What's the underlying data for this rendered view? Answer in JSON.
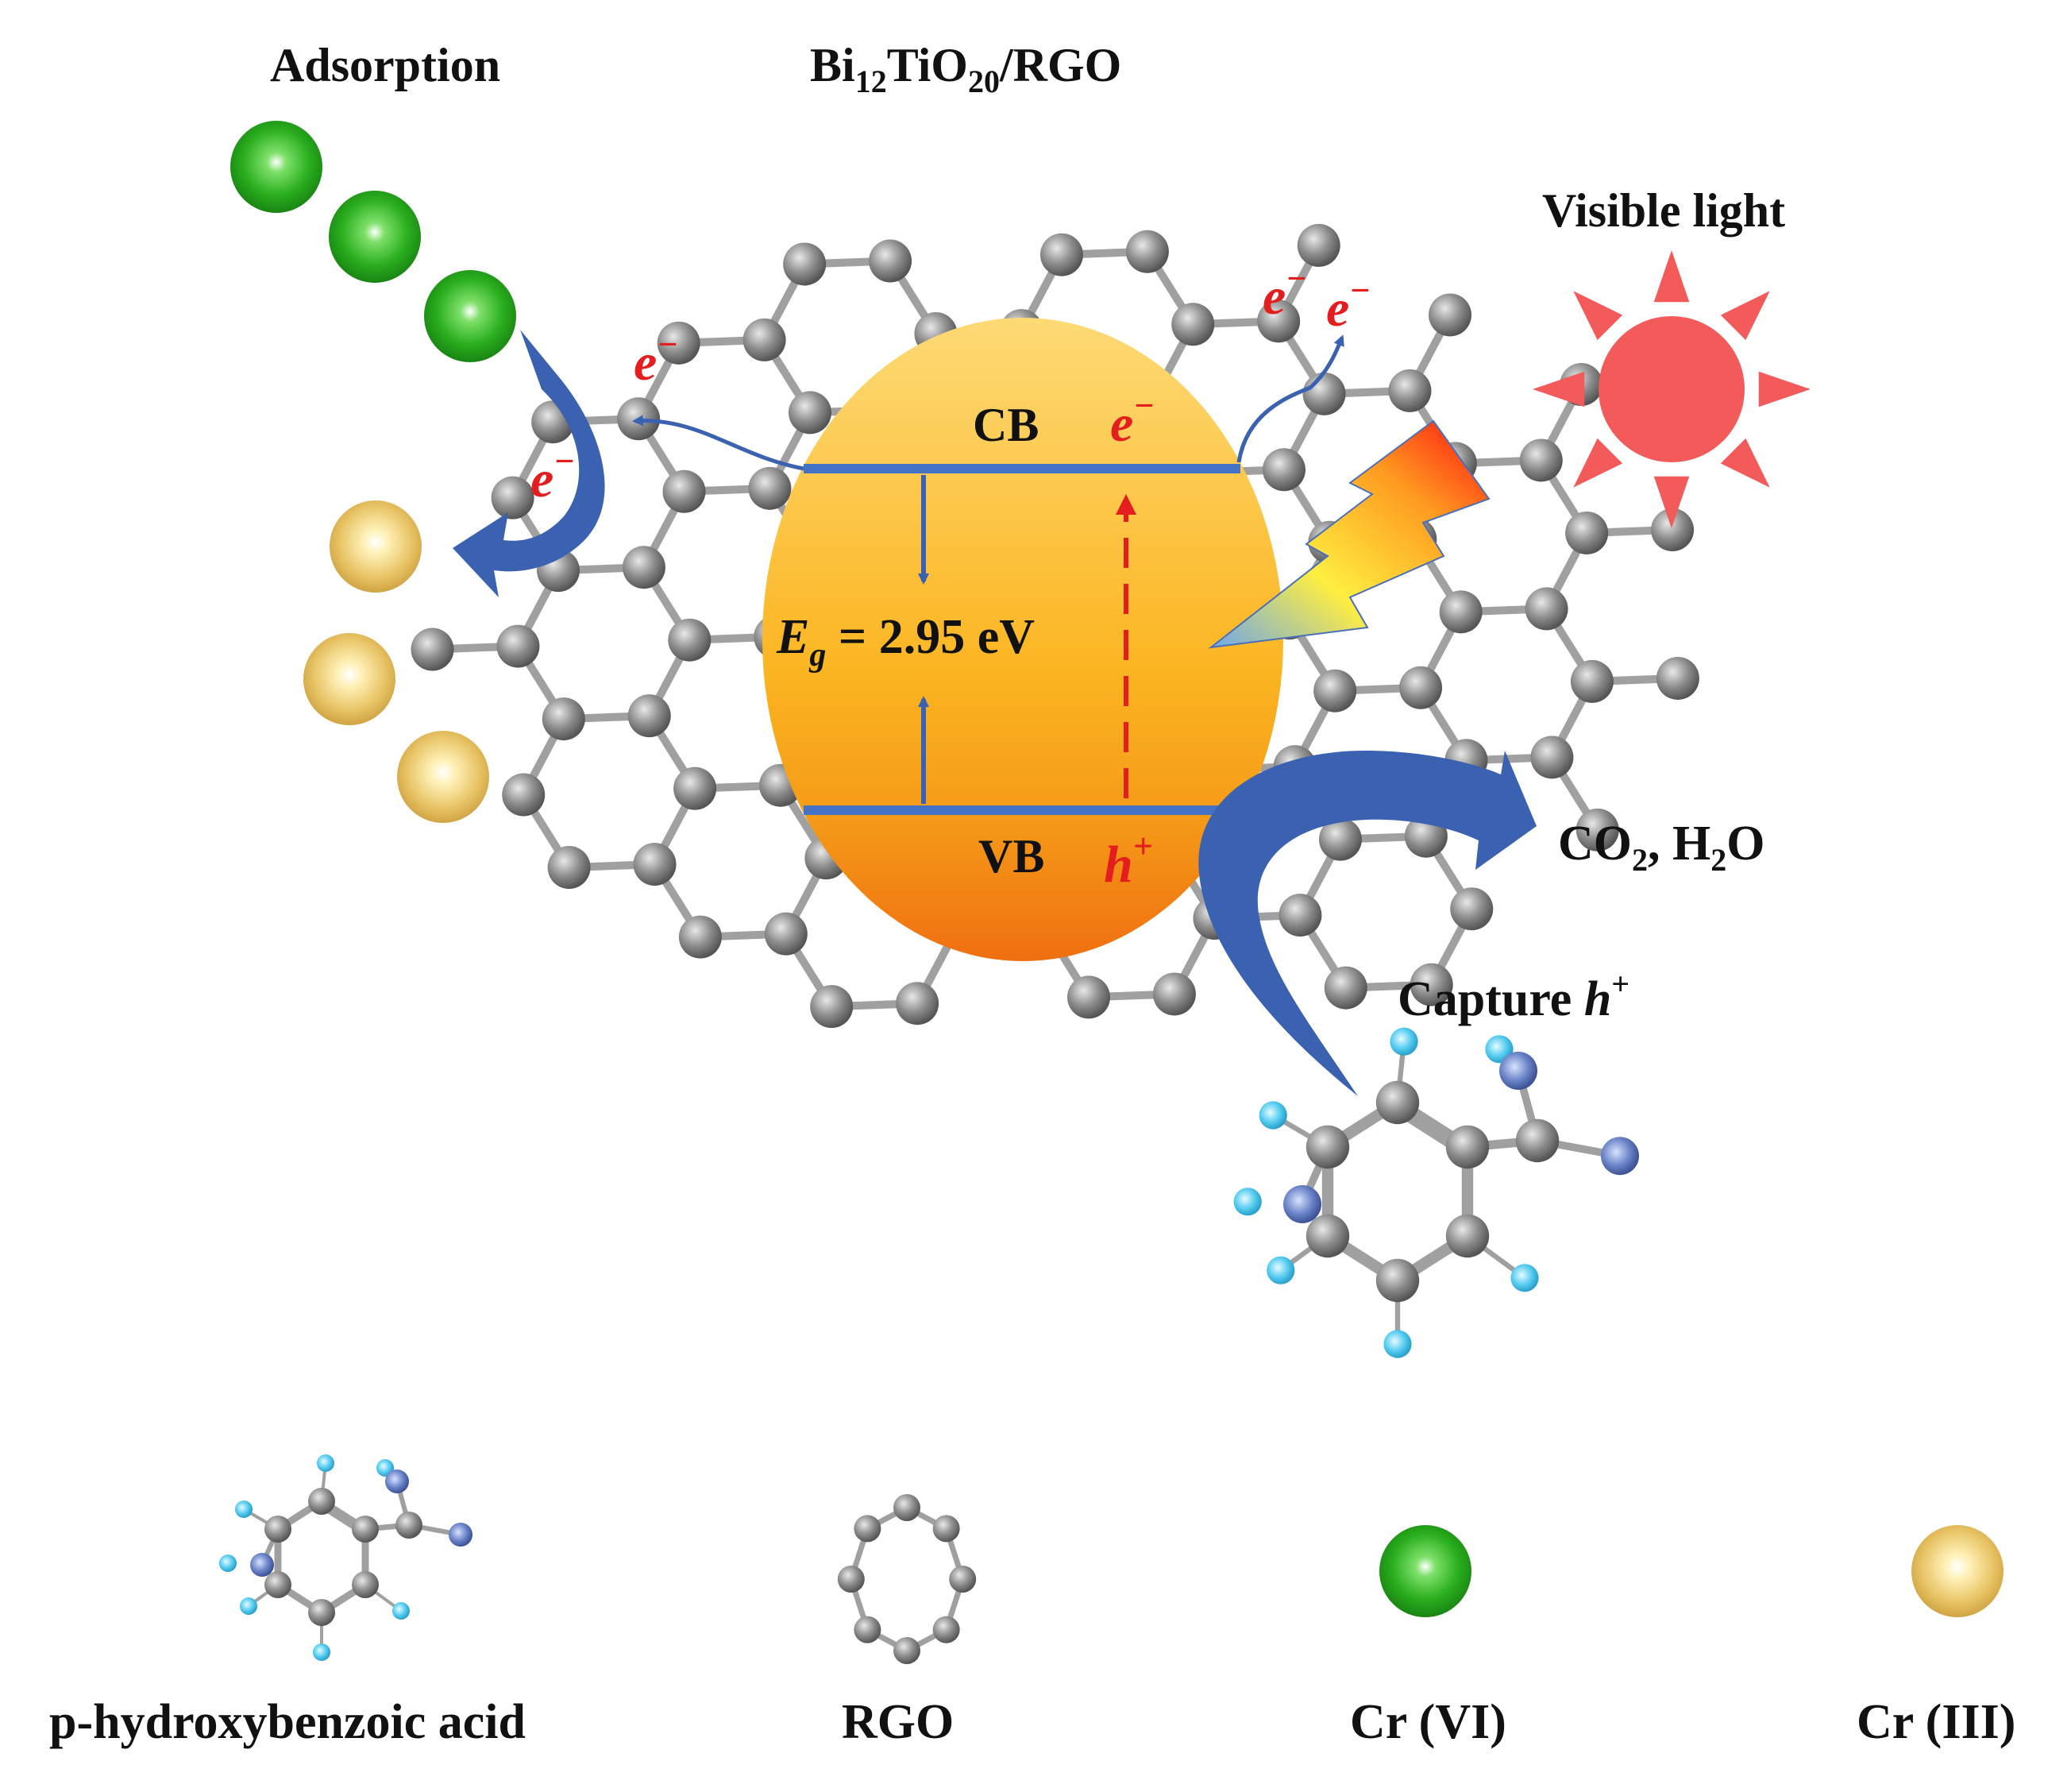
{
  "title": {
    "compound_main": "Bi",
    "compound_sub1": "12",
    "compound_mid": "TiO",
    "compound_sub2": "20",
    "compound_tail": "/RGO"
  },
  "labels": {
    "adsorption": "Adsorption",
    "visible_light": "Visible light",
    "cb": "CB",
    "vb": "VB",
    "eg_symbol": "E",
    "eg_sub": "g",
    "eg_value": " = 2.95 eV",
    "electron": "e",
    "electron_sup": "−",
    "hole": "h",
    "hole_sup": "+",
    "products_co": "CO",
    "products_sub2": "2",
    "products_h": ", H",
    "products_sub2b": "2",
    "products_o": "O",
    "capture": "Capture ",
    "capture_h": "h",
    "capture_sup": "+"
  },
  "legend": {
    "p_hydroxybenzoic_acid": "p-hydroxybenzoic acid",
    "rgo": "RGO",
    "cr_vi": "Cr (VI)",
    "cr_iii": "Cr (III)"
  },
  "colors": {
    "cr_vi": "#27b020",
    "cr_iii": "#e4c060",
    "carbon": "#8a8a8a",
    "bond": "#a0a0a0",
    "particle_top": "#fdd66b",
    "particle_bottom": "#f37d12",
    "band_line": "#4472c4",
    "arrow_blue": "#3a62b0",
    "sun": "#f35a5a",
    "electron_text": "#e41e1e",
    "hydrogen": "#55ccf0",
    "oxygen": "#6b84c8"
  },
  "icons": {
    "sun": "sun-icon",
    "lightning": "lightning-bolt-icon"
  }
}
